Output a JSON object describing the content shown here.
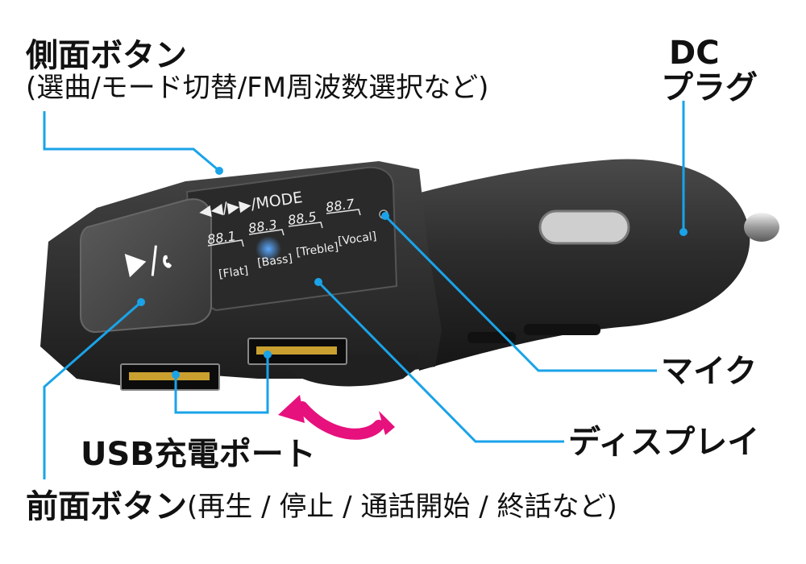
{
  "labels": {
    "side_button": "側面ボタン",
    "side_button_desc": "(選曲/モード切替/FM周波数選択など)",
    "dc_line1": "DC",
    "dc_line2": "プラグ",
    "mic": "マイク",
    "display": "ディスプレイ",
    "usb_port": "USB充電ポート",
    "front_button": "前面ボタン",
    "front_button_desc": "(再生 / 停止 / 通話開始 / 終話など)"
  },
  "screen": {
    "mode": "◀◀/▶▶/MODE",
    "presets": [
      {
        "freq": "88.1",
        "name": "[Flat]"
      },
      {
        "freq": "88.3",
        "name": "[Bass]"
      },
      {
        "freq": "88.5",
        "name": "[Treble]"
      },
      {
        "freq": "88.7",
        "name": "[Vocal]"
      }
    ]
  },
  "front_button_icon": "play-phone-icon",
  "colors": {
    "callout": "#1aa3e8",
    "arrow": "#e6117d",
    "body": "#2e2e2e",
    "text": "#111111"
  }
}
